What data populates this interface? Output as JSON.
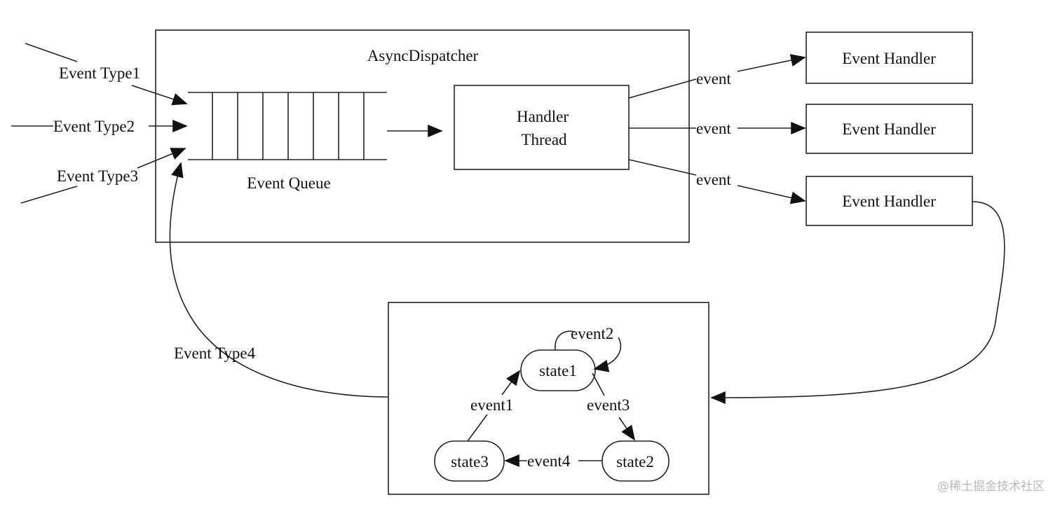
{
  "dispatcher": {
    "title": "AsyncDispatcher",
    "queue_label": "Event Queue",
    "thread_line1": "Handler",
    "thread_line2": "Thread"
  },
  "inputs": {
    "type1": "Event Type1",
    "type2": "Event Type2",
    "type3": "Event Type3",
    "type4": "Event Type4"
  },
  "outputs": {
    "edge_label_1": "event",
    "edge_label_2": "event",
    "edge_label_3": "event",
    "handler_1": "Event Handler",
    "handler_2": "Event Handler",
    "handler_3": "Event Handler"
  },
  "state_machine": {
    "state1": "state1",
    "state2": "state2",
    "state3": "state3",
    "event1": "event1",
    "event2": "event2",
    "event3": "event3",
    "event4": "event4"
  },
  "watermark": "@稀土掘金技术社区"
}
